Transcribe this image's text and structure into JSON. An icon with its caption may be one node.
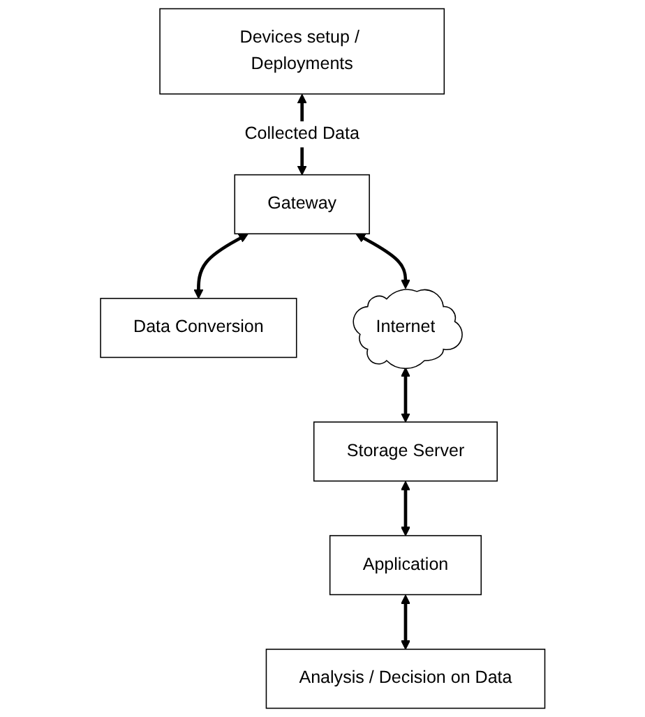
{
  "diagram": {
    "nodes": [
      {
        "text": [
          "Devices setup / Deployments"
        ]
      },
      {
        "text": [
          "Gateway"
        ]
      },
      {
        "text": [
          "Data Conversion"
        ]
      },
      {
        "text": [
          "Internet"
        ]
      },
      {
        "text": [
          "Storage Server"
        ]
      },
      {
        "text": [
          "Application"
        ]
      },
      {
        "text": [
          "Analysis / Decision on Data"
        ]
      }
    ],
    "edges": [
      {
        "from": 0,
        "to": 1,
        "arrow": "both",
        "label": "Collected Data"
      },
      {
        "from": 1,
        "to": 2,
        "arrow": "both"
      },
      {
        "from": 1,
        "to": 3,
        "arrow": "both"
      },
      {
        "from": 3,
        "to": 4,
        "arrow": "both"
      },
      {
        "from": 4,
        "to": 5,
        "arrow": "both"
      },
      {
        "from": 5,
        "to": 6,
        "arrow": "both"
      }
    ]
  }
}
